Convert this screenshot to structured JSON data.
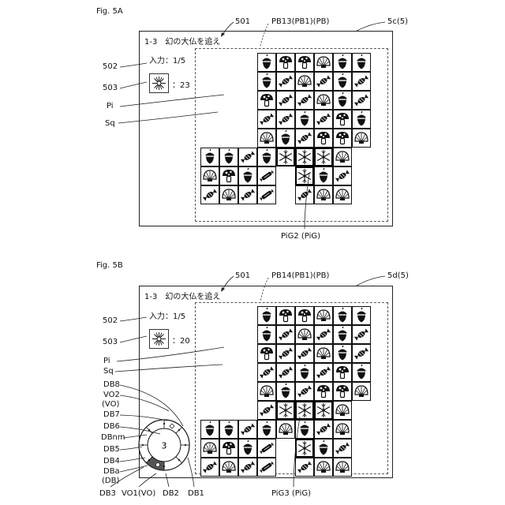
{
  "colors": {
    "ink": "#111111",
    "paper": "#ffffff",
    "dashed": "#555555"
  },
  "fig_a": {
    "caption": "Fig. 5A",
    "title": "1-3　幻の大仏を追え",
    "input_text": "入力：1/5",
    "count_text": "：23",
    "labels": {
      "screen": "501",
      "board": "PB13(PB1)(PB)",
      "terminal": "5c(5)",
      "input_ref": "502",
      "count_ref": "503",
      "piece": "Pi",
      "square": "Sq",
      "group": "PiG2 (PiG)"
    },
    "grid": [
      "...ammsaa.",
      "...acscac.",
      "...mccsac.",
      "...ccacma.",
      "...sacmms.",
      "aacagggs..",
      "smar.gac..",
      "cscr.css.."
    ]
  },
  "fig_b": {
    "caption": "Fig. 5B",
    "title": "1-3　幻の大仏を追え",
    "input_text": "入力：1/5",
    "count_text": "：20",
    "labels": {
      "screen": "501",
      "board": "PB14(PB1)(PB)",
      "terminal": "5d(5)",
      "input_ref": "502",
      "count_ref": "503",
      "piece": "Pi",
      "square": "Sq",
      "group": "PiG3 (PiG)",
      "db8": "DB8",
      "vo2": "VO2",
      "vo2b": "(VO)",
      "db7": "DB7",
      "db6": "DB6",
      "dbnm": "DBnm",
      "db5": "DB5",
      "db4": "DB4",
      "dba": "DBa",
      "dbab": "(DB)",
      "db3": "DB3",
      "vo1": "VO1(VO)",
      "db2": "DB2",
      "db1": "DB1"
    },
    "dial_value": "3",
    "grid": [
      "...ammsaa.",
      "...acscac.",
      "...mccsac.",
      "...ccacma.",
      "...sacmms.",
      "...cgggs..",
      "aacasacs..",
      "smar.gac..",
      "cscr.css.."
    ]
  }
}
